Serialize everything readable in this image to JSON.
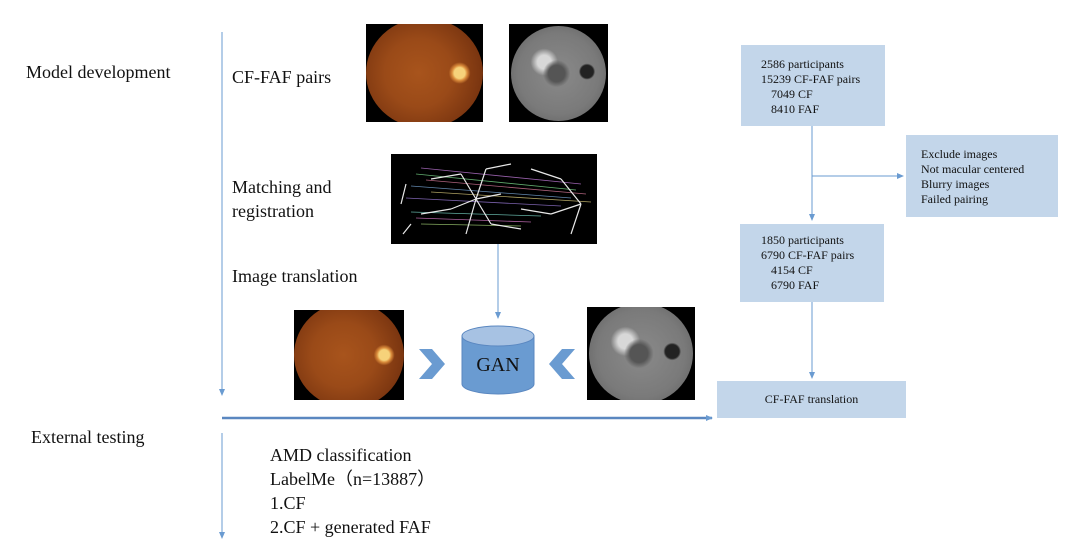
{
  "stages": {
    "model_development": "Model development",
    "external_testing": "External testing"
  },
  "steps": {
    "cf_faf_pairs": "CF-FAF pairs",
    "matching_line1": "Matching and",
    "matching_line2": "registration",
    "image_translation": "Image translation"
  },
  "gan": {
    "label": "GAN"
  },
  "images": {
    "cf_top": "color-fundus-photo",
    "faf_top": "fundus-autofluorescence-photo",
    "registration": "vessel-matching-registration",
    "cf_bottom": "color-fundus-photo",
    "faf_bottom": "fundus-autofluorescence-photo"
  },
  "flow": {
    "box1": [
      "2586 participants",
      "15239 CF-FAF pairs",
      "7049 CF",
      "8410 FAF"
    ],
    "exclude": [
      "Exclude images",
      "Not macular centered",
      "Blurry images",
      "Failed pairing"
    ],
    "box2": [
      "1850 participants",
      "6790 CF-FAF pairs",
      "4154 CF",
      "6790 FAF"
    ],
    "translation": "CF-FAF translation"
  },
  "external": {
    "lines": [
      "AMD classification",
      "LabelMe（n=13887）",
      "1.CF",
      "2.CF + generated FAF"
    ]
  },
  "colors": {
    "arrow": "#6a9bd1",
    "box_fill": "#c3d6ea",
    "gan_fill": "#6a9bd1",
    "gan_top": "#a7c2e3"
  }
}
